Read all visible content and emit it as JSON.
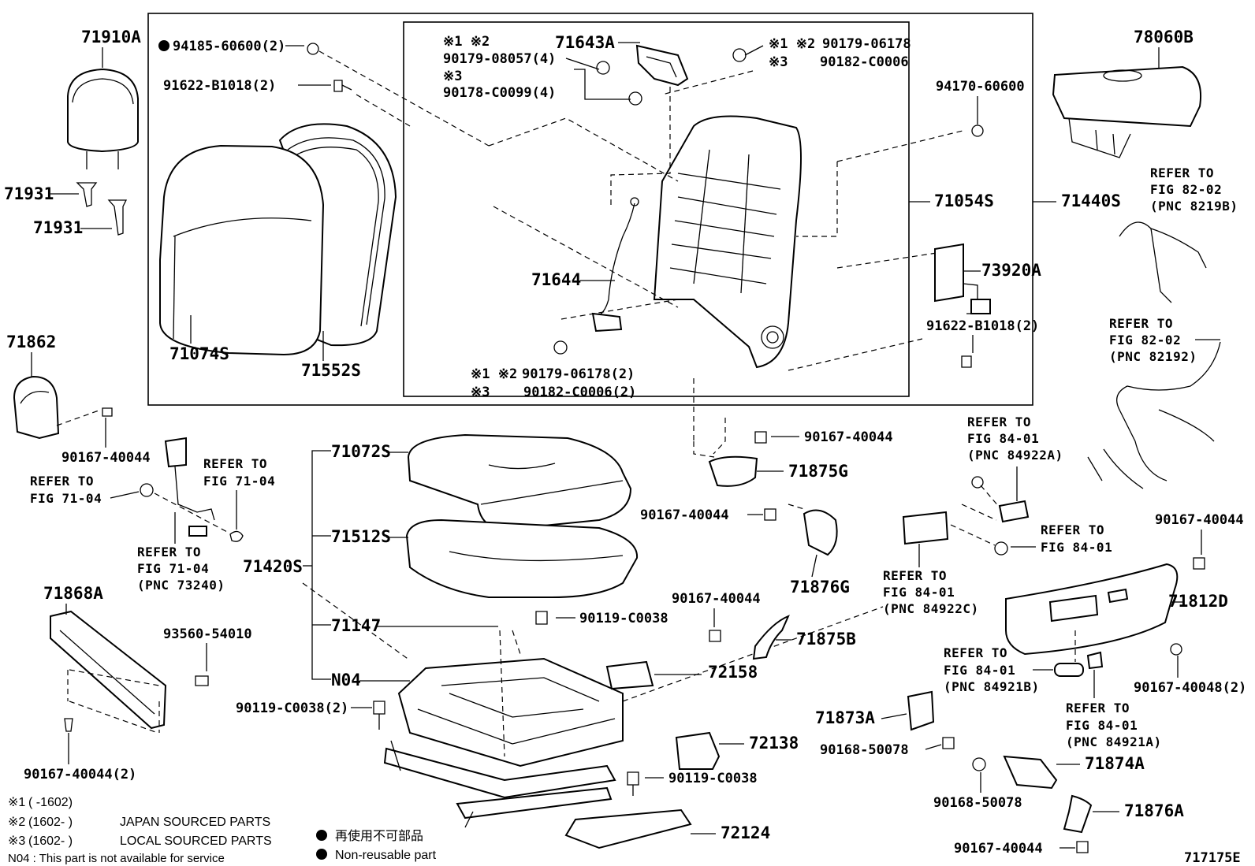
{
  "diagram_id": "717175E",
  "labels": {
    "p71910A": "71910A",
    "p94185": "94185-60600(2)",
    "p91622a": "91622-B1018(2)",
    "p71931a": "71931",
    "p71931b": "71931",
    "p71074S": "71074S",
    "p71552S": "71552S",
    "p71862": "71862",
    "p90167_a": "90167-40044",
    "n1_top": "※1 ※2",
    "p90179_08057": "90179-08057(4)",
    "n3_top": "※3",
    "p90178": "90178-C0099(4)",
    "p71643A": "71643A",
    "n12_right": "※1 ※2",
    "p90179_06178_top": "90179-06178",
    "n3_right": "※3",
    "p90182_top": "90182-C0006",
    "p71644": "71644",
    "n12_bottom": "※1 ※2",
    "p90179_06178_bot": "90179-06178(2)",
    "n3_bottom": "※3",
    "p90182_bot": "90182-C0006(2)",
    "p71054S": "71054S",
    "p71440S": "71440S",
    "p78060B": "78060B",
    "p94170": "94170-60600",
    "p73920A": "73920A",
    "p91622b": "91622-B1018(2)",
    "p71072S": "71072S",
    "p71512S": "71512S",
    "p71420S": "71420S",
    "p71147": "71147",
    "pN04": "N04",
    "p90119_a": "90119-C0038",
    "p90119_b": "90119-C0038(2)",
    "p90119_c": "90119-C0038",
    "p72158": "72158",
    "p72138": "72138",
    "p72124": "72124",
    "p90167_b": "90167-40044",
    "p71875G": "71875G",
    "p90167_c": "90167-40044",
    "p71876G": "71876G",
    "p90167_d": "90167-40044",
    "p71875B": "71875B",
    "p71873A": "71873A",
    "p90168_a": "90168-50078",
    "p90168_b": "90168-50078",
    "p71874A": "71874A",
    "p71876A": "71876A",
    "p90167_e": "90167-40044",
    "p90167_f": "90167-40044",
    "p71812D": "71812D",
    "p90167_48": "90167-40048(2)",
    "p71868A": "71868A",
    "p93560": "93560-54010",
    "p90167_g": "90167-40044(2)"
  },
  "refers": {
    "r1": [
      "REFER TO",
      "FIG 71-04"
    ],
    "r2": [
      "REFER TO",
      "FIG 71-04"
    ],
    "r3": [
      "REFER TO",
      "FIG 71-04",
      "(PNC 73240)"
    ],
    "r4": [
      "REFER TO",
      "FIG 82-02",
      "(PNC 8219B)"
    ],
    "r5": [
      "REFER TO",
      "FIG 82-02",
      "(PNC 82192)"
    ],
    "r6": [
      "REFER TO",
      "FIG 84-01",
      "(PNC 84922A)"
    ],
    "r7": [
      "REFER TO",
      "FIG 84-01"
    ],
    "r8": [
      "REFER TO",
      "FIG 84-01",
      "(PNC 84922C)"
    ],
    "r9": [
      "REFER TO",
      "FIG 84-01",
      "(PNC 84921B)"
    ],
    "r10": [
      "REFER TO",
      "FIG 84-01",
      "(PNC 84921A)"
    ]
  },
  "legend": {
    "n1_mark": "※1",
    "n1_range": "(      -1602)",
    "n2_mark": "※2",
    "n2_range": "(1602-      )",
    "n2_text": "JAPAN SOURCED PARTS",
    "n3_mark": "※3",
    "n3_range": "(1602-      )",
    "n3_text": "LOCAL SOURCED PARTS",
    "n04_text": "N04 : This part is not available for service",
    "nonreuse_jp": "再使用不可部品",
    "nonreuse_en": "Non-reusable part"
  }
}
